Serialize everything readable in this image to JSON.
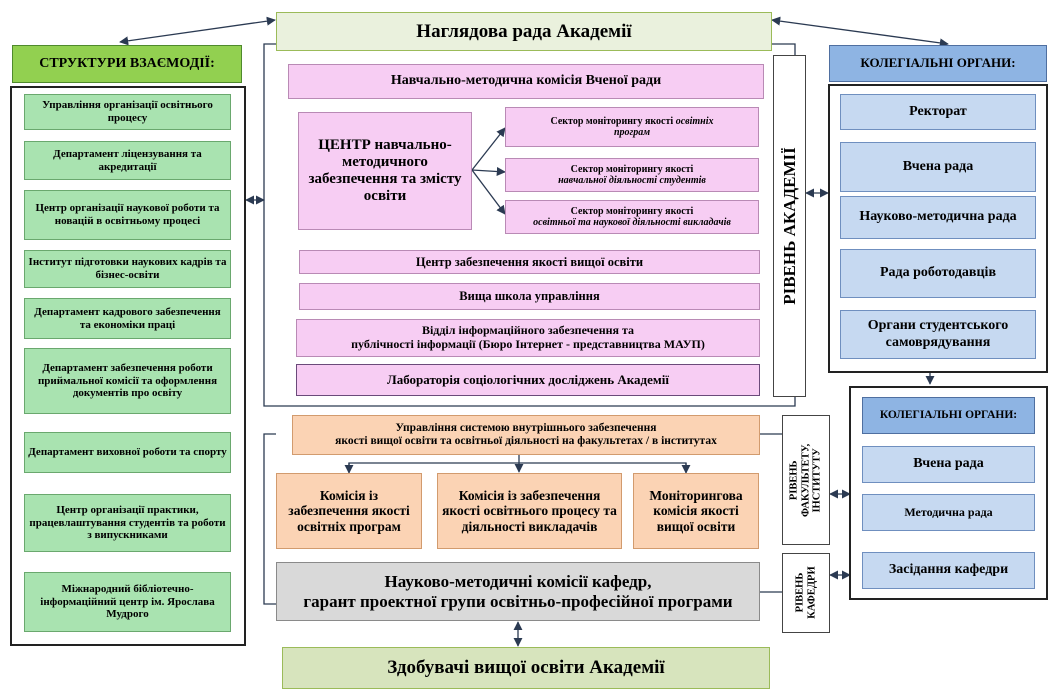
{
  "top_title": "Наглядова рада Академії",
  "bottom_title": "Здобувачі вищої освіти  Академії",
  "left": {
    "heading": "СТРУКТУРИ ВЗАЄМОДІЇ:",
    "items": [
      "Управління організації освітнього процесу",
      "Департамент ліцензування та акредитації",
      "Центр організації наукової роботи та новацій в освітньому процесі",
      "Інститут підготовки наукових кадрів та бізнес-освіти",
      "Департамент кадрового забезпечення та економіки праці",
      "Департамент забезпечення роботи приймальної комісії та оформлення документів про освіту",
      "Департамент виховної роботи та спорту",
      "Центр організації практики, працевлаштування студентів та роботи з випускниками",
      "Міжнародний бібліотечно-інформаційний центр ім. Ярослава Мудрого"
    ]
  },
  "center": {
    "commission": "Навчально-методична комісія Вченої ради",
    "centre_main": "ЦЕНТР навчально-методичного забезпечення та змісту освіти",
    "sectors": [
      {
        "line1": "Сектор моніторингу якості ",
        "italic1": "освітніх",
        "line2": "програм"
      },
      {
        "line1": "Сектор моніторингу якості",
        "italic1": "",
        "line2": "навчальної діяльності студентів"
      },
      {
        "line1": "Сектор моніторингу якості",
        "italic1": "",
        "line2": "освітньої та наукової діяльності викладачів"
      }
    ],
    "quality_centre": "Центр забезпечення якості вищої освіти",
    "high_school": "Вища школа управління",
    "info_dept_line1": "Відділ інформаційного забезпечення та",
    "info_dept_line2": "публічності інформації (Бюро Інтернет - представництва МАУП)",
    "lab": "Лабораторія соціологічних досліджень Академії",
    "level_academy": "РІВЕНЬ АКАДЕМІЇ"
  },
  "faculty": {
    "management_line1": "Управління системою внутрішнього забезпечення",
    "management_line2": "якості вищої освіти та освітньої діяльності на факультетах / в інститутах",
    "boxes": [
      "Комісія із забезпечення якості освітніх програм",
      "Комісія із забезпечення якості освітнього процесу та діяльності викладачів",
      "Моніторингова комісія якості вищої освіти"
    ],
    "level_line1": "РІВЕНЬ",
    "level_line2": "ФАКУЛЬТЕТУ,",
    "level_line3": "ІНСТИТУТУ"
  },
  "department": {
    "line1": "Науково-методичні комісії кафедр,",
    "line2": "гарант проектної групи освітньо-професійної програми",
    "level_line1": "РІВЕНЬ",
    "level_line2": "КАФЕДРИ"
  },
  "right_top": {
    "heading": "КОЛЕГІАЛЬНІ ОРГАНИ:",
    "items": [
      "Ректорат",
      "Вчена рада",
      "Науково-методична рада",
      "Рада роботодавців",
      "Органи студентського самоврядування"
    ]
  },
  "right_bottom": {
    "heading": "КОЛЕГІАЛЬНІ ОРГАНИ:",
    "items": [
      "Вчена рада",
      "Методична рада",
      "Засідання кафедри"
    ]
  }
}
